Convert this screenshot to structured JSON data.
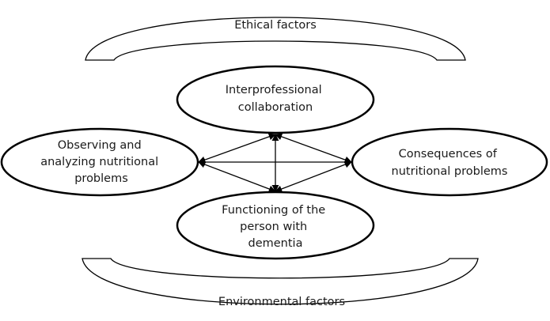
{
  "diagram": {
    "top_band": {
      "label": "Ethical factors"
    },
    "bottom_band": {
      "label": "Environmental factors"
    },
    "nodes": {
      "top": {
        "lines": [
          "Interprofessional",
          "collaboration"
        ]
      },
      "left": {
        "lines": [
          "Observing and",
          "analyzing nutritional",
          "problems"
        ]
      },
      "right": {
        "lines": [
          "Consequences of",
          "nutritional problems"
        ]
      },
      "bottom": {
        "lines": [
          "Functioning of the",
          "person with",
          "dementia"
        ]
      }
    }
  },
  "colors": {
    "stroke": "#000000",
    "fill": "#ffffff",
    "text": "#1a1a1a"
  }
}
